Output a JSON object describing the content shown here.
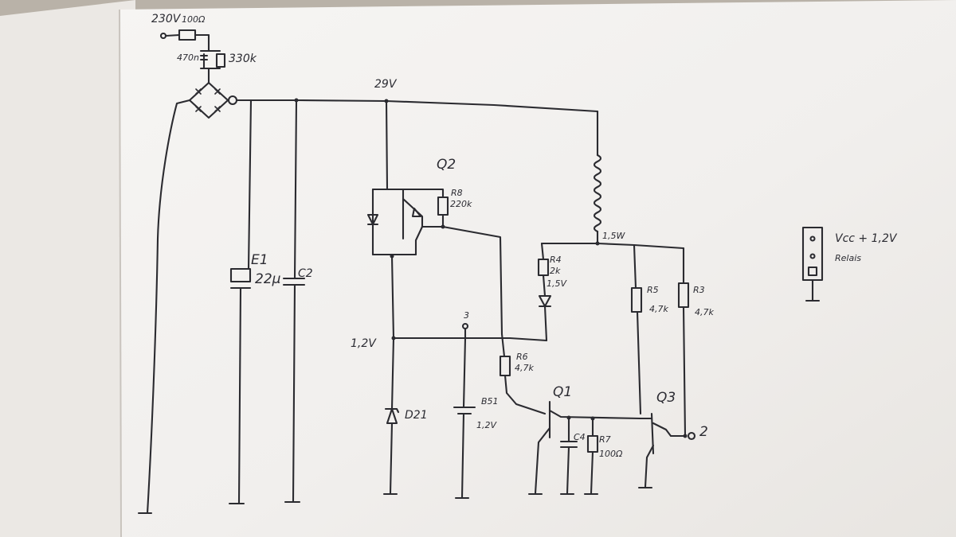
{
  "labels": {
    "input_voltage": "230V",
    "input_resistor": "100Ω",
    "input_capacitor": "470n",
    "input_parallel_resistor": "330k",
    "rail_voltage": "29V",
    "e1_label": "E1",
    "e1_value": "22µ",
    "c2_label": "C2",
    "q2_label": "Q2",
    "r8_label": "R8",
    "r8_value": "220k",
    "r4_label": "R4",
    "r4_value": "2k",
    "r4_extra": "1,5V",
    "inductor_label": "1,5W",
    "r5_label": "R5",
    "r5_value": "4,7k",
    "r3_label": "R3",
    "r3_value": "4,7k",
    "node_v": "1,2V",
    "node_3": "3",
    "d1_label": "D21",
    "r6_label": "R6",
    "r6_value": "4,7k",
    "b1_label": "B51",
    "b1_value": "1,2V",
    "q1_label": "Q1",
    "q3_label": "Q3",
    "c4_label": "C4",
    "r7_label": "R7",
    "r7_value": "100Ω",
    "output_node": "2",
    "connector_vcc": "Vcc + 1,2V",
    "connector_relais": "Relais"
  }
}
